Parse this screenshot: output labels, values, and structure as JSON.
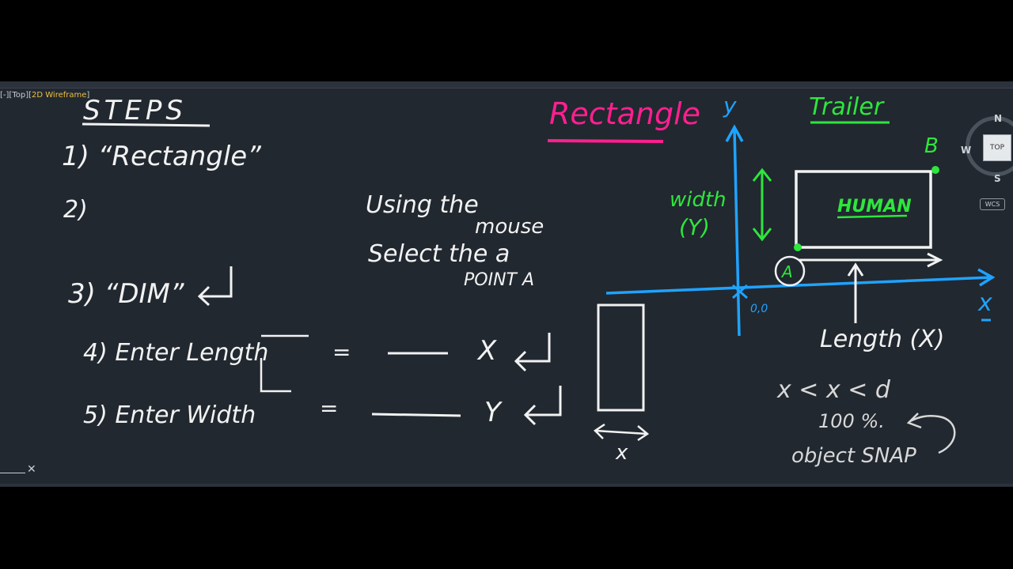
{
  "viewport": {
    "view_name": "Top",
    "visual_style": "2D Wireframe"
  },
  "viewcube": {
    "north": "N",
    "west": "W",
    "south": "S",
    "face": "TOP",
    "wcs": "WCS"
  },
  "steps": {
    "heading": "STEPS",
    "step1": "1) “Rectangle”",
    "step2": "2)",
    "step3": "3) “DIM”",
    "step4_label": "4) Enter Length",
    "step4_eq": "=",
    "step4_var": "X",
    "step5_label": "5) Enter Width",
    "step5_eq": "=",
    "step5_var": "Y"
  },
  "note": {
    "line1": "Using the",
    "line2": "mouse",
    "line3": "Select the a",
    "line4": "POINT A"
  },
  "title": "Rectangle",
  "diagram": {
    "trailer": "Trailer",
    "point_b": "B",
    "point_a": "A",
    "human": "HUMAN",
    "width_label": "width",
    "width_var": "(Y)",
    "y_axis": "y",
    "x_axis": "x",
    "origin": "0,0",
    "length_label": "Length (X)",
    "small_x": "x",
    "relation": "x < x < d",
    "percent": "100 %.",
    "snap": "object SNAP"
  },
  "colors": {
    "background": "#212830",
    "ink": "#f2f2f2",
    "pink": "#ff1f8f",
    "green": "#2ee63c",
    "blue": "#1fa3ff",
    "light": "#d8d8d8"
  }
}
